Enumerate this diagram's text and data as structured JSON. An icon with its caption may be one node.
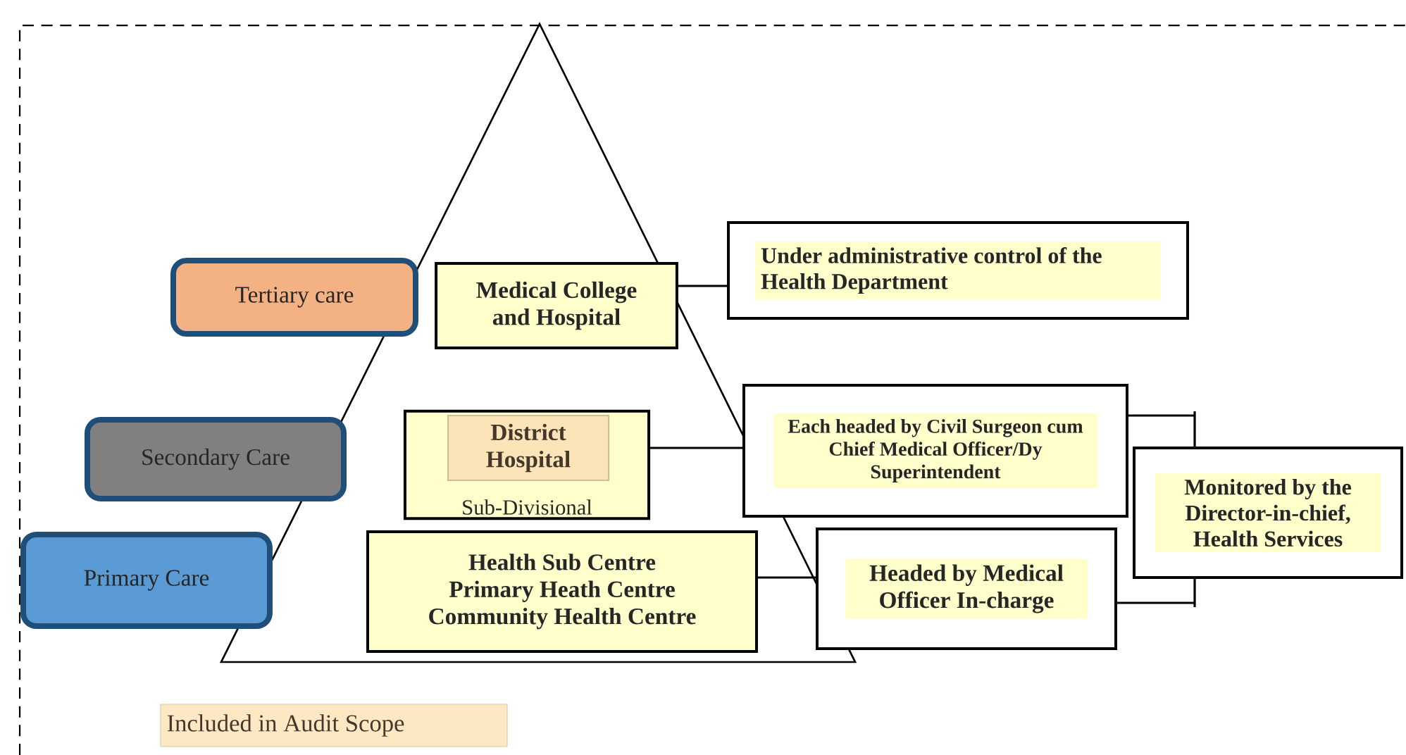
{
  "diagram": {
    "nodes": [
      {
        "text": [
          "Tertiary care"
        ]
      },
      {
        "text": [
          "Secondary Care"
        ]
      },
      {
        "text": [
          "Primary Care"
        ]
      },
      {
        "text": [
          "Medical College and Hospital"
        ]
      },
      {
        "text": [
          "Sub-Divisional"
        ]
      },
      {
        "text": [
          "District Hospital"
        ],
        "in": 4
      },
      {
        "text": [
          "Health Sub Centre",
          "Primary Heath Centre",
          "Community Health Centre"
        ]
      },
      {
        "text": [
          "Under administrative control of the Health Department"
        ]
      },
      {
        "text": [
          "Each headed by Civil Surgeon cum Chief Medical Officer/Dy Superintendent"
        ]
      },
      {
        "text": [
          "Headed by Medical Officer In-charge"
        ]
      },
      {
        "text": [
          "Monitored by the Director-in-chief, Health Services"
        ]
      }
    ],
    "edges": [
      {
        "from": 3,
        "to": 7,
        "arrow": "none"
      },
      {
        "from": 4,
        "to": 8,
        "arrow": "none"
      },
      {
        "from": 6,
        "to": 9,
        "arrow": "none"
      },
      {
        "from": 8,
        "to": 10,
        "arrow": "none"
      },
      {
        "from": 9,
        "to": 10,
        "arrow": "none"
      }
    ],
    "legend": [
      {
        "text": "Included in Audit Scope",
        "color": "#fce9c3"
      }
    ]
  }
}
